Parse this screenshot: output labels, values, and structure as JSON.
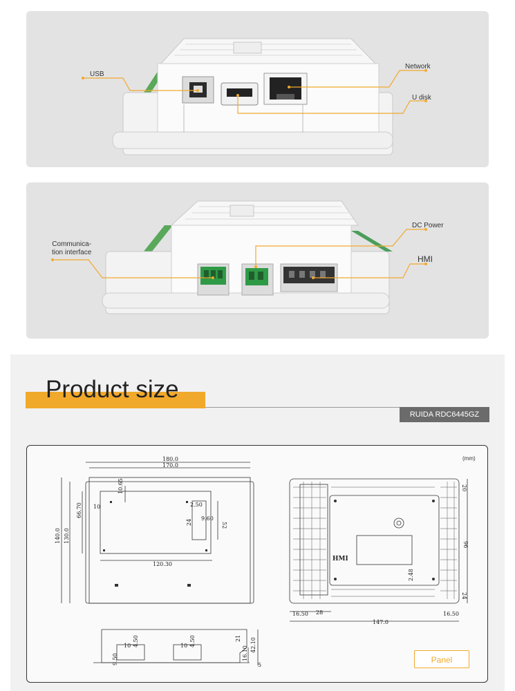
{
  "photo_top": {
    "callouts": {
      "usb": "USB",
      "network": "Network",
      "udisk": "U disk"
    }
  },
  "photo_mid": {
    "callouts": {
      "comm": "Communica-\ntion interface",
      "dc_power": "DC Power",
      "hmi": "HMI"
    }
  },
  "size_section": {
    "title": "Product size",
    "model": "RUIDA RDC6445GZ",
    "unit": "(mm)",
    "panel_button": "Panel",
    "front_view_dims": [
      "180.0",
      "170.0",
      "10.65",
      "66.70",
      "10",
      "2.50",
      "9.60",
      "52",
      "24",
      "140.0",
      "130.0",
      "120.30"
    ],
    "back_view_dims": [
      "20",
      "96",
      "2.48",
      "24",
      "16.50",
      "28",
      "16.50",
      "147.0"
    ],
    "back_view_label": "HMI",
    "side_view_dims": [
      "10",
      "4.50",
      "10",
      "4.50",
      "9.50",
      "21",
      "16.10",
      "42.10",
      "5"
    ]
  },
  "colors": {
    "accent": "#f1a92c",
    "panel_bg": "#e3e3e4",
    "model_tag_bg": "#6b6b6b"
  }
}
